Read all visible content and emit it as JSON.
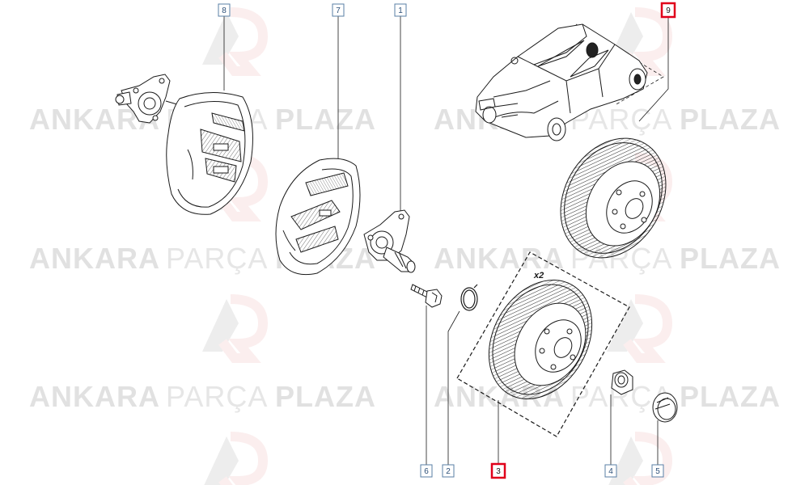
{
  "watermark": {
    "word_bold_1": "ANKARA",
    "word_light": "PARÇA",
    "word_bold_2": "PLAZA"
  },
  "multiplier": "x2",
  "callouts": [
    {
      "id": "8",
      "highlighted": false
    },
    {
      "id": "7",
      "highlighted": false
    },
    {
      "id": "1",
      "highlighted": false
    },
    {
      "id": "9",
      "highlighted": true
    },
    {
      "id": "6",
      "highlighted": false
    },
    {
      "id": "2",
      "highlighted": false
    },
    {
      "id": "3",
      "highlighted": true
    },
    {
      "id": "4",
      "highlighted": false
    },
    {
      "id": "5",
      "highlighted": false
    }
  ],
  "colors": {
    "line": "#1a1a1a",
    "callout_normal": "#5a7fa6",
    "callout_highlight": "#e0001a",
    "watermark": "#c9c9c9"
  }
}
